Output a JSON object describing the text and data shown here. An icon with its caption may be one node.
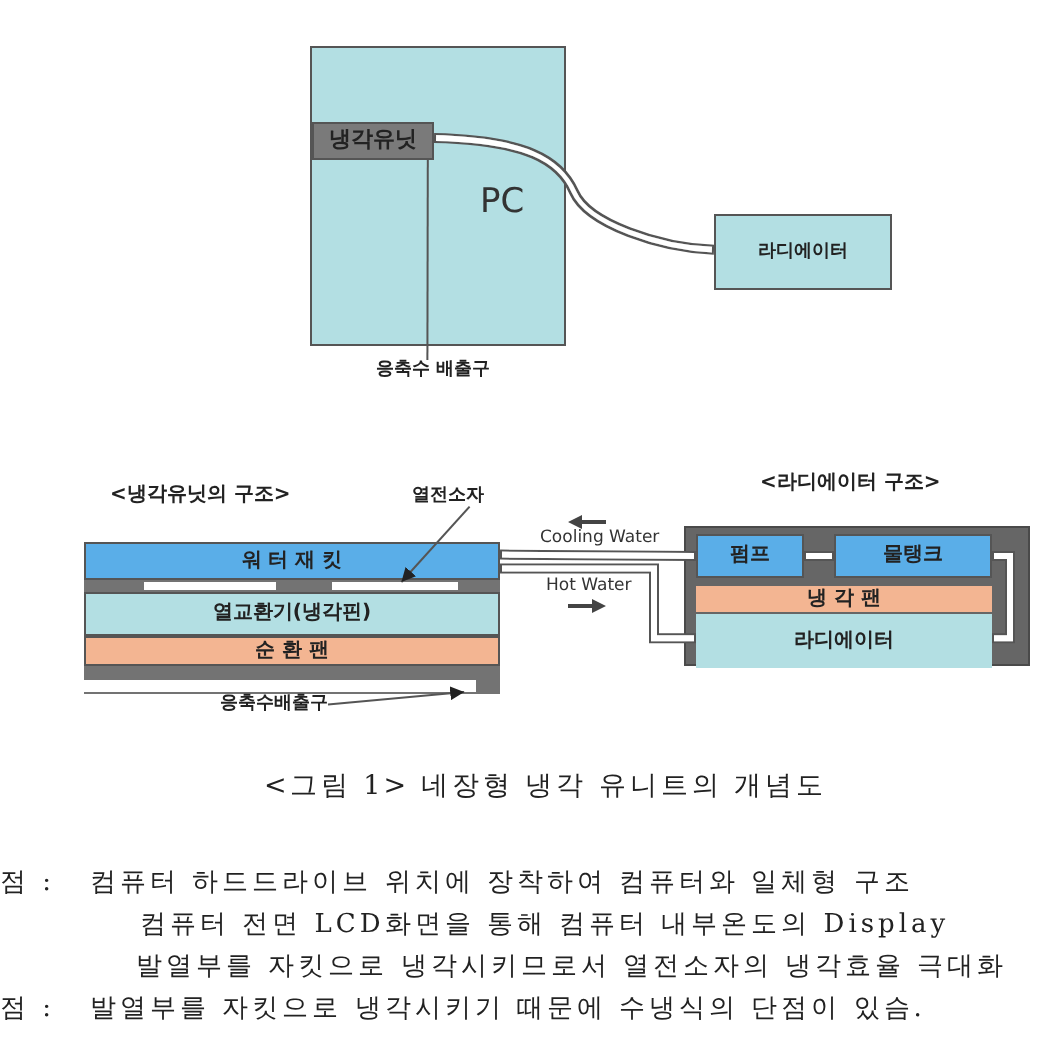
{
  "diagram": {
    "caption": "<그림 1> 네장형 냉각 유니트의 개념도",
    "nodes": [
      {
        "text": [
          "PC"
        ]
      },
      {
        "text": [
          "냉각유닛"
        ],
        "in": 0
      },
      {
        "text": [
          "라디에이터"
        ]
      },
      {
        "text": [
          "응축수 배출구"
        ]
      },
      {
        "text": [
          "열전소자"
        ]
      },
      {
        "text": [
          "워 터 재 킷"
        ]
      },
      {
        "text": [],
        "shape": "bar"
      },
      {
        "text": [
          "열교환기(냉각핀)"
        ]
      },
      {
        "text": [
          "순 환 팬"
        ]
      },
      {
        "text": [],
        "shape": "bar"
      },
      {
        "text": [
          "응축수배출구"
        ]
      },
      {
        "text": [],
        "shape": "box"
      },
      {
        "text": [
          "펌프"
        ],
        "in": 11
      },
      {
        "text": [
          "물탱크"
        ],
        "in": 11
      },
      {
        "text": [
          "냉 각 팬"
        ],
        "in": 11
      },
      {
        "text": [
          "라디에이터"
        ],
        "in": 11
      }
    ],
    "edges": [
      {
        "from": 1,
        "to": 2,
        "arrow": "none"
      },
      {
        "from": 3,
        "to": 1,
        "arrow": "none"
      },
      {
        "from": 4,
        "to": 6,
        "arrow": "to"
      },
      {
        "from": 10,
        "to": 9,
        "arrow": "to"
      },
      {
        "from": 12,
        "to": 5,
        "arrow": "none",
        "label": "Cooling Water"
      },
      {
        "from": 5,
        "to": 15,
        "arrow": "none",
        "label": "Hot Water"
      },
      {
        "from": 12,
        "to": 13,
        "arrow": "none"
      },
      {
        "from": 13,
        "to": 15,
        "arrow": "none"
      }
    ],
    "labels": [
      "<냉각유닛의 구조>",
      "<라디에이터 구조>",
      "점 :",
      "컴퓨터 하드드라이브 위치에 장착하여 컴퓨터와 일체형 구조",
      "컴퓨터 전면 LCD화면을 통해 컴퓨터 내부온도의 Display",
      "발열부를 자킷으로 냉각시키므로서 열전소자의 냉각효율 극대화",
      "점 :",
      "발열부를 자킷으로 냉각시키기 때문에 수냉식의 단점이 있슴."
    ]
  }
}
